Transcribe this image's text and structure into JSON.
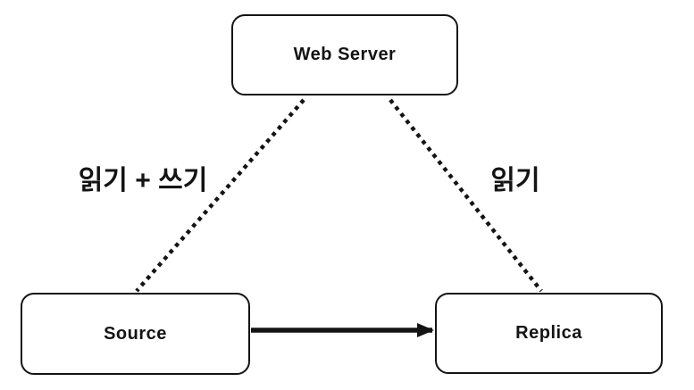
{
  "diagram": {
    "nodes": {
      "web_server": {
        "label": "Web Server"
      },
      "source": {
        "label": "Source"
      },
      "replica": {
        "label": "Replica"
      }
    },
    "edges": {
      "web_to_source": {
        "label": "읽기 + 쓰기",
        "style": "dotted"
      },
      "web_to_replica": {
        "label": "읽기",
        "style": "dotted"
      },
      "source_to_replica": {
        "label": "",
        "style": "solid-arrow"
      }
    },
    "colors": {
      "background": "#ffffff",
      "line": "#141414",
      "box_border": "#141414",
      "text": "#141414"
    }
  }
}
